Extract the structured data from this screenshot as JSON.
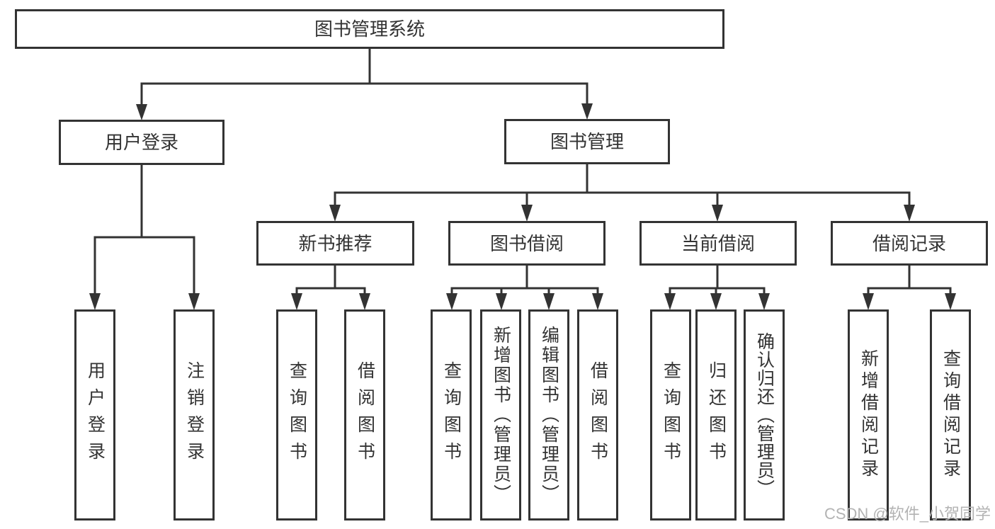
{
  "nodes": {
    "root": "图书管理系统",
    "user_login": "用户登录",
    "book_management": "图书管理",
    "new_book_recommend": "新书推荐",
    "book_borrowing": "图书借阅",
    "current_borrowing": "当前借阅",
    "borrowing_records": "借阅记录",
    "leaf_user_login": "用户登录",
    "leaf_logout": "注销登录",
    "leaf_query_books_recommend": "查询图书",
    "leaf_borrow_books_recommend": "借阅图书",
    "leaf_query_books_borrowing": "查询图书",
    "leaf_add_books_admin": "新增图书（管理员）",
    "leaf_edit_books_admin": "编辑图书（管理员）",
    "leaf_borrow_books_borrowing": "借阅图书",
    "leaf_query_books_current": "查询图书",
    "leaf_return_books": "归还图书",
    "leaf_confirm_return_admin": "确认归还（管理员）",
    "leaf_add_borrow_record": "新增借阅记录",
    "leaf_query_borrow_record": "查询借阅记录"
  },
  "watermark": "CSDN @软件_小贺同学",
  "colors": {
    "line": "#333333",
    "text": "#333333",
    "box_background": "#ffffff",
    "page_background": "#ffffff",
    "watermark": "#b3b3b3"
  }
}
